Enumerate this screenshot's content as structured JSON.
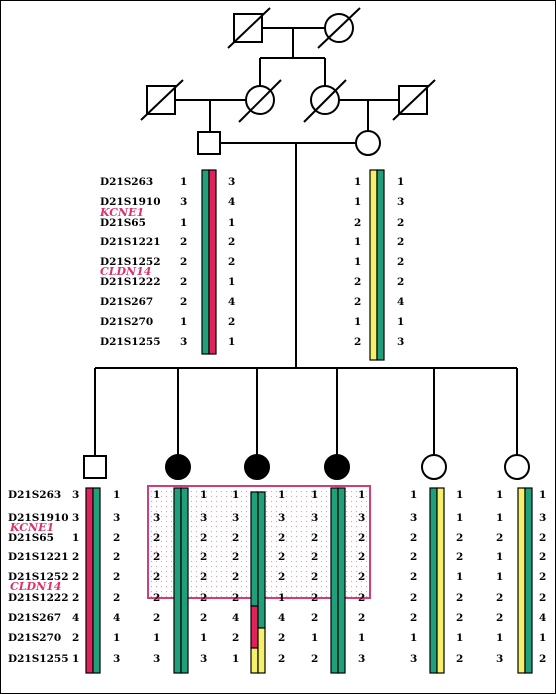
{
  "colors": {
    "green": "#1fa07a",
    "red": "#e0225a",
    "yellow": "#f5f06a",
    "pink": "#e0306a",
    "box_border": "#d23c78",
    "box_dot": "#e89ab6"
  },
  "markers": [
    "D21S263",
    "D21S1910",
    "D21S65",
    "D21S1221",
    "D21S1252",
    "D21S1222",
    "D21S267",
    "D21S270",
    "D21S1255"
  ],
  "genes": [
    "KCNE1",
    "CLDN14"
  ],
  "father": {
    "hap_a": [
      "1",
      "3",
      "1",
      "2",
      "2",
      "2",
      "2",
      "1",
      "3"
    ],
    "hap_b": [
      "3",
      "4",
      "1",
      "2",
      "2",
      "1",
      "4",
      "2",
      "1"
    ]
  },
  "mother": {
    "hap_a": [
      "1",
      "1",
      "2",
      "1",
      "1",
      "2",
      "2",
      "1",
      "2"
    ],
    "hap_b": [
      "1",
      "3",
      "2",
      "2",
      "2",
      "2",
      "4",
      "1",
      "3"
    ]
  },
  "children": [
    {
      "sex": "male",
      "affected": false,
      "hap_a": [
        "3",
        "3",
        "1",
        "2",
        "2",
        "2",
        "4",
        "2",
        "1"
      ],
      "hap_b": [
        "1",
        "3",
        "2",
        "2",
        "2",
        "2",
        "4",
        "1",
        "3"
      ]
    },
    {
      "sex": "female",
      "affected": true,
      "hap_a": [
        "1",
        "3",
        "2",
        "2",
        "2",
        "2",
        "2",
        "1",
        "3"
      ],
      "hap_b": [
        "1",
        "3",
        "2",
        "2",
        "2",
        "2",
        "2",
        "1",
        "3"
      ]
    },
    {
      "sex": "female",
      "affected": true,
      "hap_a": [
        "1",
        "3",
        "2",
        "2",
        "2",
        "2",
        "4",
        "2",
        "1"
      ],
      "hap_b": [
        "1",
        "3",
        "2",
        "2",
        "2",
        "1",
        "4",
        "2",
        "2"
      ]
    },
    {
      "sex": "female",
      "affected": true,
      "hap_a": [
        "1",
        "3",
        "2",
        "2",
        "2",
        "2",
        "2",
        "1",
        "2"
      ],
      "hap_b": [
        "1",
        "3",
        "2",
        "2",
        "2",
        "2",
        "2",
        "1",
        "3"
      ]
    },
    {
      "sex": "female",
      "affected": false,
      "hap_a": [
        "1",
        "3",
        "2",
        "2",
        "2",
        "2",
        "2",
        "1",
        "3"
      ],
      "hap_b": [
        "1",
        "1",
        "2",
        "2",
        "1",
        "2",
        "2",
        "1",
        "2"
      ]
    },
    {
      "sex": "female",
      "affected": false,
      "hap_a": [
        "1",
        "1",
        "2",
        "1",
        "1",
        "2",
        "2",
        "1",
        "3"
      ],
      "hap_b": [
        "1",
        "3",
        "2",
        "2",
        "2",
        "2",
        "4",
        "1",
        "2"
      ]
    }
  ]
}
